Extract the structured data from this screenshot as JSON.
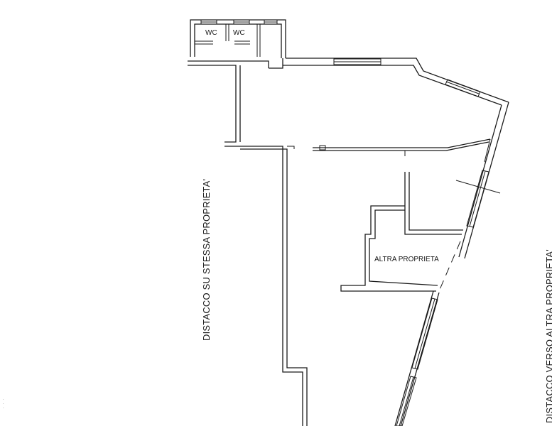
{
  "labels": {
    "left_side": "DISTACCO SU STESSA PROPRIETA'",
    "right_side": "DISTACCO VERSO ALTRA PROPRIETA'",
    "other_property": "ALTRA PROPRIETA",
    "wc_left": "WC",
    "wc_right": "WC"
  },
  "colors": {
    "line": "#1a1a1a",
    "background": "#ffffff"
  }
}
